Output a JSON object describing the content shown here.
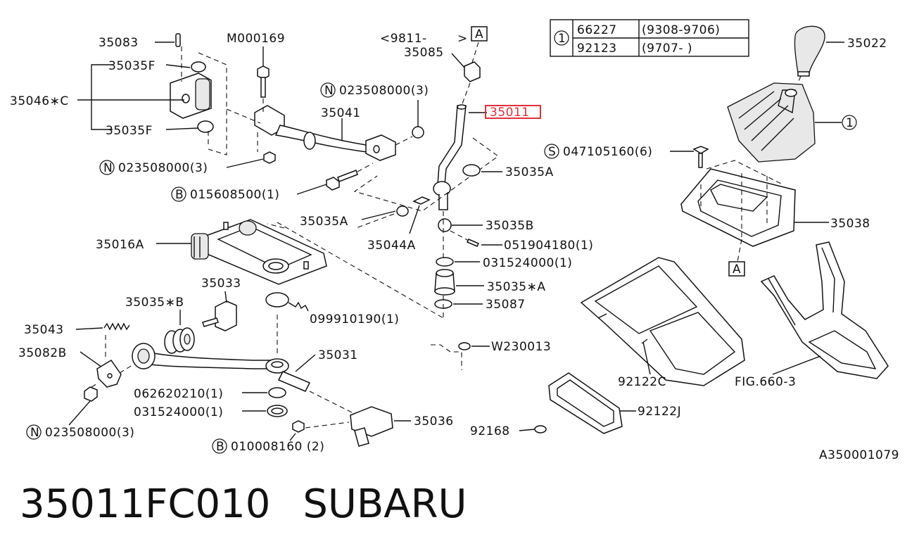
{
  "labels": {
    "p35083": "35083",
    "m000169": "M000169",
    "p35035f_top": "35035F",
    "p35046c": "35046∗C",
    "p35035f_bot": "35035F",
    "n023508000_a": "023508000(3)",
    "b015608500": "015608500(1)",
    "p35041": "35041",
    "n023508000_b": "023508000(3)",
    "date_9811": "<9811-",
    "date_9811_close": ">",
    "box_a_top": "A",
    "p35085": "35085",
    "p35011": "35011",
    "p35035a_right": "35035A",
    "p35035a_left": "35035A",
    "p35044a": "35044A",
    "p35035b": "35035B",
    "p051904180": "051904180(1)",
    "p031524000_a": "031524000(1)",
    "p35035_star_a": "35035∗A",
    "p35087": "35087",
    "p35016a": "35016A",
    "p35033": "35033",
    "p099910190": "099910190(1)",
    "p35035_star_b": "35035∗B",
    "p35043": "35043",
    "p35082b": "35082B",
    "p35031": "35031",
    "p062620210": "062620210(1)",
    "p031524000_b": "031524000(1)",
    "n023508000_c": "023508000(3)",
    "p35036": "35036",
    "b010008160": "010008160 (2)",
    "w230013": "W230013",
    "p92168": "92168",
    "p35022": "35022",
    "callout_1": "1",
    "s047105160": "047105160(6)",
    "p35038": "35038",
    "box_a_bottom": "A",
    "p92122c": "92122C",
    "p92122j": "92122J",
    "fig660": "FIG.660-3",
    "ref_code": "A350001079"
  },
  "circle_letters": {
    "n": "N",
    "b": "B",
    "s": "S",
    "one": "1"
  },
  "table": {
    "callout": "1",
    "rows": [
      {
        "part": "66227",
        "range": "(9308-9706)"
      },
      {
        "part": "92123",
        "range": "(9707-     )"
      }
    ]
  },
  "highlight_color": "#e0303a",
  "footer": {
    "part_number": "35011FC010",
    "brand": "SUBARU"
  }
}
